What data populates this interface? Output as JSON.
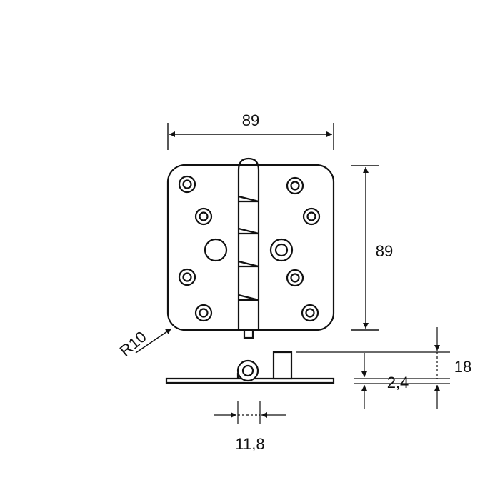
{
  "labels": {
    "width": "89",
    "height": "89",
    "corner_radius": "R10",
    "knuckle_offset": "11,8",
    "leaf_thickness": "2,4",
    "total_thickness": "18"
  },
  "colors": {
    "line": "#111111",
    "background": "#ffffff"
  }
}
